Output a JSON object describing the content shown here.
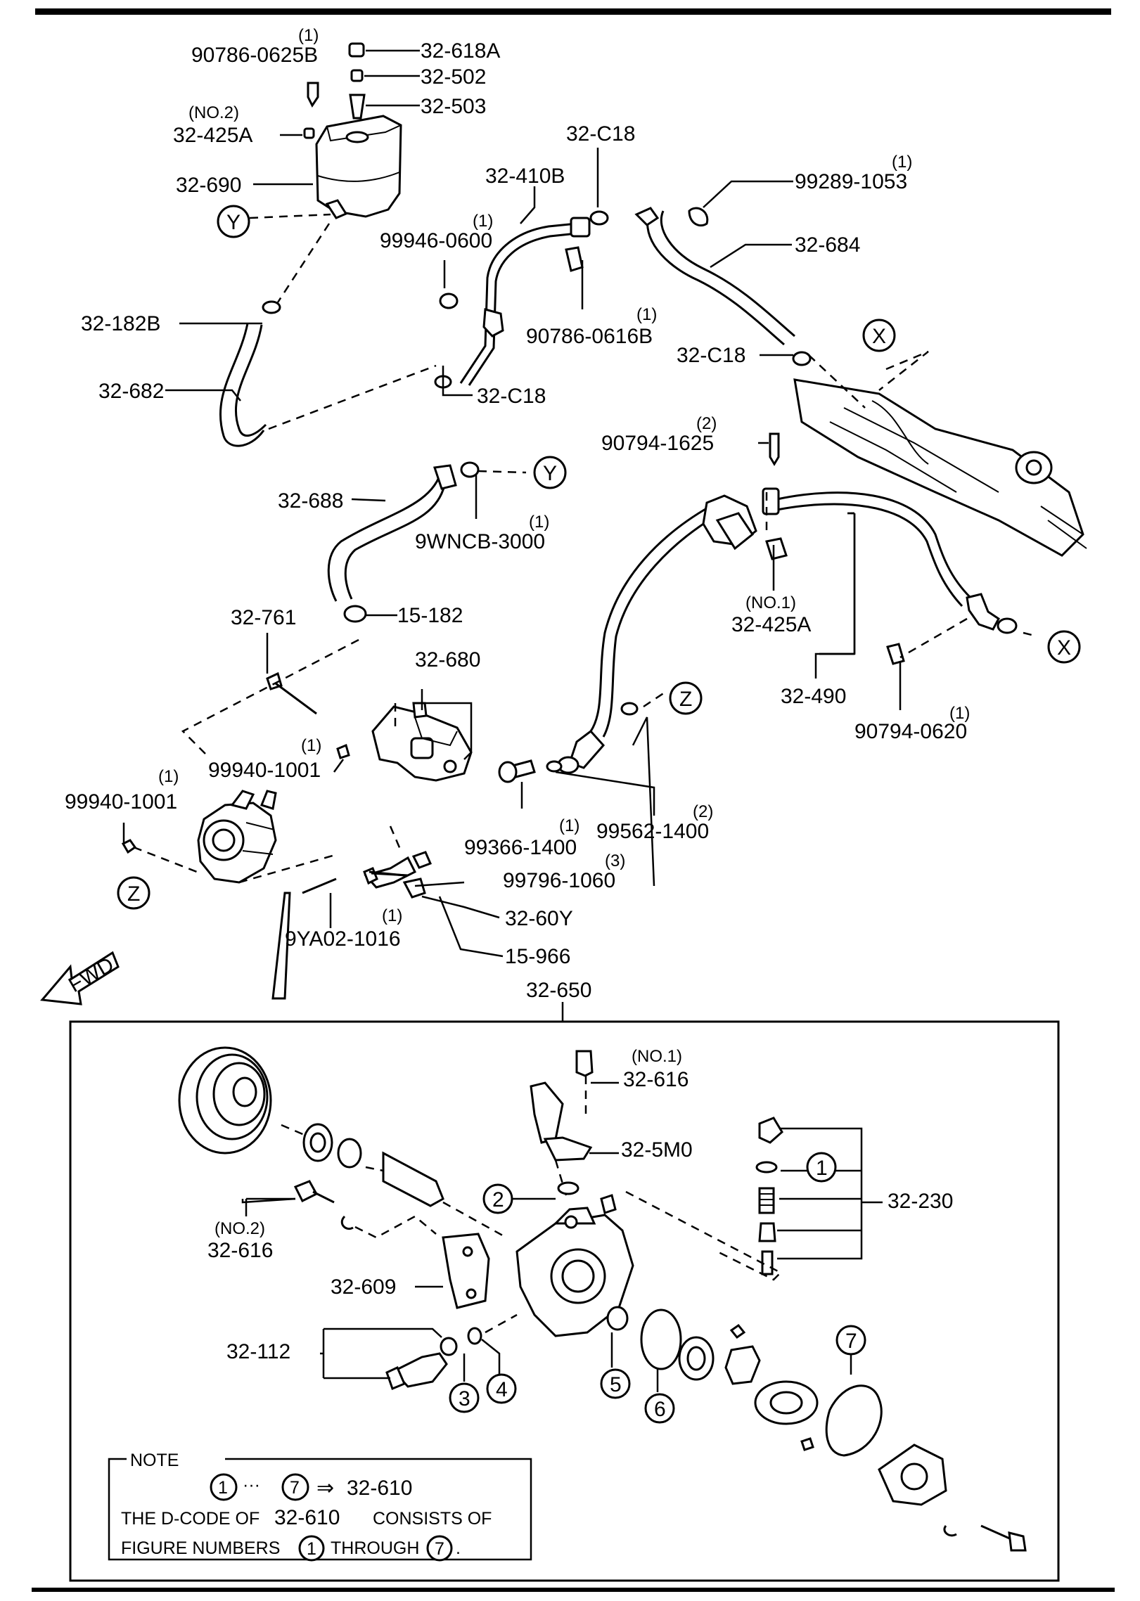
{
  "labels": {
    "l_90786_0625B": "90786-0625B",
    "q_90786_0625B": "(1)",
    "l_32_618A": "32-618A",
    "l_32_502": "32-502",
    "l_32_503": "32-503",
    "n_32_425A_top": "(NO.2)",
    "l_32_425A_top": "32-425A",
    "l_32_690": "32-690",
    "l_32_C18_a": "32-C18",
    "l_32_410B": "32-410B",
    "q_99289_1053": "(1)",
    "l_99289_1053": "99289-1053",
    "q_99946_0600": "(1)",
    "l_99946_0600": "99946-0600",
    "l_32_684": "32-684",
    "l_32_182B": "32-182B",
    "q_90786_0616B": "(1)",
    "l_90786_0616B": "90786-0616B",
    "l_32_C18_b": "32-C18",
    "l_32_C18_c": "32-C18",
    "l_32_682": "32-682",
    "q_90794_1625": "(2)",
    "l_90794_1625": "90794-1625",
    "l_32_688": "32-688",
    "q_9WNCB_3000": "(1)",
    "l_9WNCB_3000": "9WNCB-3000",
    "n_32_425A_mid": "(NO.1)",
    "l_32_425A_mid": "32-425A",
    "l_32_761": "32-761",
    "l_15_182": "15-182",
    "l_32_680": "32-680",
    "l_32_490": "32-490",
    "q_90794_0620": "(1)",
    "l_90794_0620": "90794-0620",
    "q_99940_1001_a": "(1)",
    "l_99940_1001_a": "99940-1001",
    "q_99940_1001_b": "(1)",
    "l_99940_1001_b": "99940-1001",
    "q_99562_1400": "(2)",
    "l_99562_1400": "99562-1400",
    "q_99366_1400": "(1)",
    "l_99366_1400": "99366-1400",
    "q_99796_1060": "(3)",
    "l_99796_1060": "99796-1060",
    "l_32_60Y": "32-60Y",
    "q_9YA02_1016": "(1)",
    "l_9YA02_1016": "9YA02-1016",
    "l_15_966": "15-966",
    "l_32_650": "32-650",
    "fwd": "FWD",
    "n_32_616_a": "(NO.1)",
    "l_32_616_a": "32-616",
    "l_32_5M0": "32-5M0",
    "l_32_230": "32-230",
    "n_32_616_b": "(NO.2)",
    "l_32_616_b": "32-616",
    "l_32_609": "32-609",
    "l_32_112": "32-112"
  },
  "callouts": {
    "x": "X",
    "y": "Y",
    "z": "Z",
    "n1": "1",
    "n2": "2",
    "n3": "3",
    "n4": "4",
    "n5": "5",
    "n6": "6",
    "n7": "7"
  },
  "note": {
    "title": "NOTE",
    "from": "1",
    "dots": "···",
    "to": "7",
    "arrow": "⇒",
    "target": "32-610",
    "line2_a": "THE D-CODE OF",
    "line2_b": "32-610",
    "line2_c": "CONSISTS OF",
    "line3_a": "FIGURE NUMBERS",
    "line3_b": "1",
    "line3_c": "THROUGH",
    "line3_d": "7",
    "line3_e": "."
  }
}
